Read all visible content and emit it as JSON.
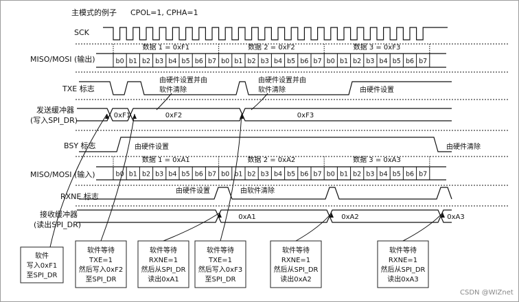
{
  "title": "主模式的例子",
  "title_params": "CPOL=1, CPHA=1",
  "watermark": "CSDN @WIZnet",
  "signals": {
    "sck": "SCK",
    "mosi_out": "MISO/MOSI (输出)",
    "txe": "TXE 标志",
    "tx_buffer_line1": "发送缓冲器",
    "tx_buffer_line2": "(写入SPI_DR)",
    "bsy": "BSY 标志",
    "mosi_in": "MISO/MOSI (输入)",
    "rxne": "RXNE 标志",
    "rx_buffer_line1": "接收缓冲器",
    "rx_buffer_line2": "(读出SPI_DR)"
  },
  "bits": [
    "b0",
    "b1",
    "b2",
    "b3",
    "b4",
    "b5",
    "b6",
    "b7"
  ],
  "tx_data_labels": [
    "数据 1 = 0xF1",
    "数据 2 = 0xF2",
    "数据 3 = 0xF3"
  ],
  "rx_data_labels": [
    "数据 1 = 0xA1",
    "数据 2 = 0xA2",
    "数据 3 = 0xA3"
  ],
  "tx_buffer_values": [
    "0xF1",
    "0xF2",
    "0xF3"
  ],
  "rx_buffer_values": [
    "0xA1",
    "0xA2",
    "0xA3"
  ],
  "annotations": {
    "txe_hw_set_sw_clear_1": [
      "由硬件设置并由",
      "软件清除"
    ],
    "txe_hw_set_sw_clear_2": [
      "由硬件设置并由",
      "软件清除"
    ],
    "txe_hw_set": "由硬件设置",
    "bsy_hw_set": "由硬件设置",
    "bsy_hw_clear": "由硬件清除",
    "rxne_hw_set": "由硬件设置",
    "rxne_sw_clear": "由软件清除"
  },
  "boxes": [
    [
      "软件",
      "写入0xF1",
      "至SPI_DR"
    ],
    [
      "软件等待",
      "TXE=1",
      "然后写入0xF2",
      "至SPI_DR"
    ],
    [
      "软件等待",
      "RXNE=1",
      "然后从SPI_DR",
      "读出0xA1"
    ],
    [
      "软件等待",
      "TXE=1",
      "然后写入0xF3",
      "至SPI_DR"
    ],
    [
      "软件等待",
      "RXNE=1",
      "然后从SPI_DR",
      "读出0xA2"
    ],
    [
      "软件等待",
      "RXNE=1",
      "然后从SPI_DR",
      "读出0xA3"
    ]
  ],
  "colors": {
    "line": "#111111",
    "border": "#222222"
  }
}
